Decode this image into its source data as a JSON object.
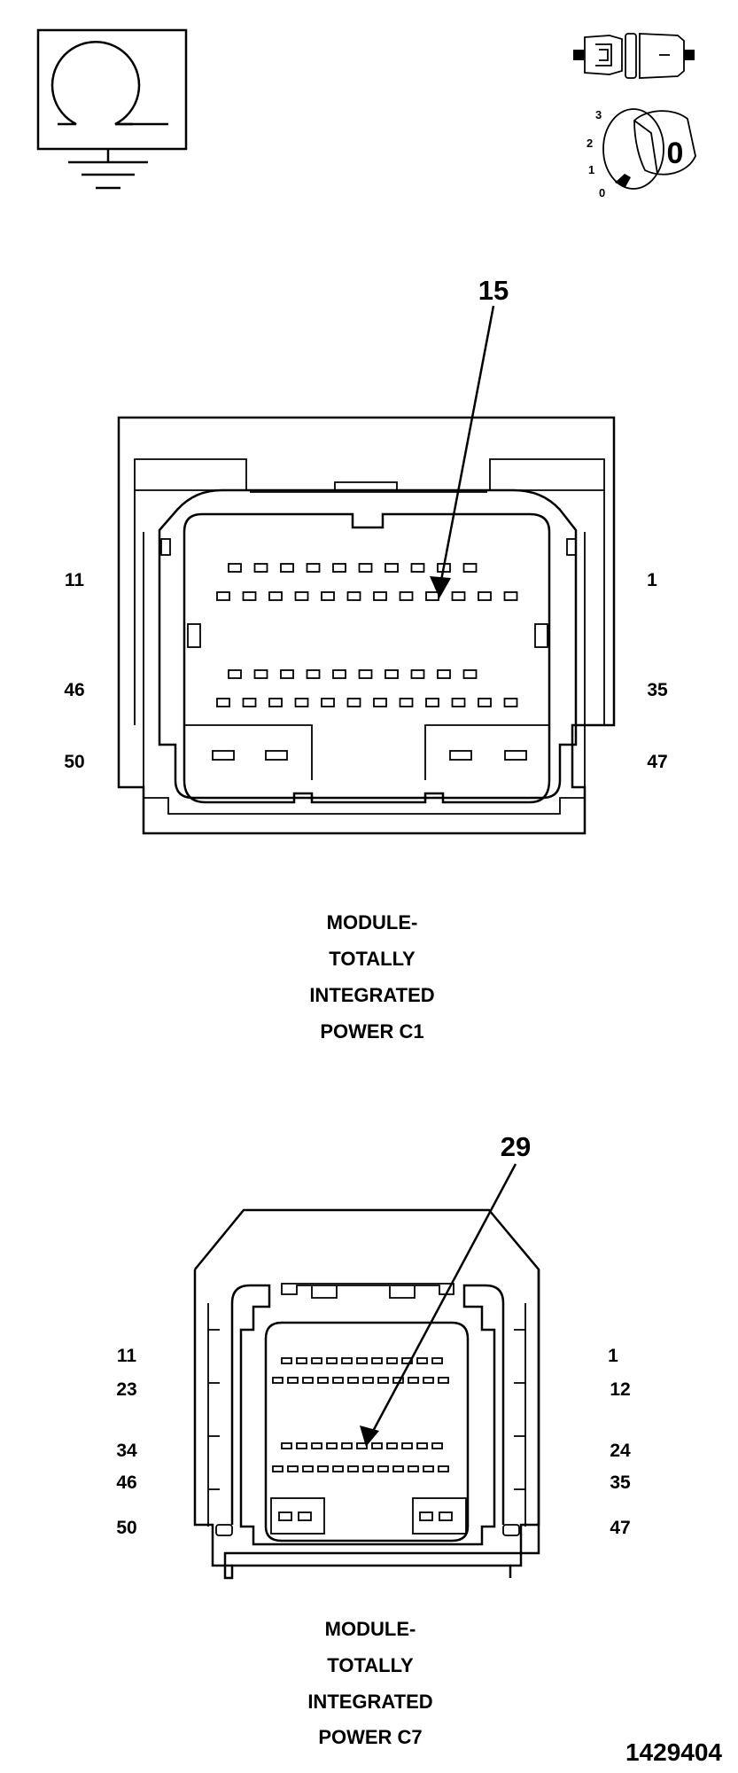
{
  "icons": {
    "ground_symbol": "ohmmeter-ground-icon",
    "connector_symbol": "disconnected-connector-icon",
    "ignition_symbol": "ignition-key-off-icon",
    "ignition_positions": [
      "3",
      "2",
      "1",
      "0"
    ],
    "ignition_key_label": "0"
  },
  "connector_c1": {
    "callout": "15",
    "title_lines": [
      "MODULE-",
      "TOTALLY",
      "INTEGRATED",
      "POWER C1"
    ],
    "pin_labels_left": [
      "11",
      "46",
      "50"
    ],
    "pin_labels_right": [
      "1",
      "35",
      "47"
    ]
  },
  "connector_c7": {
    "callout": "29",
    "title_lines": [
      "MODULE-",
      "TOTALLY",
      "INTEGRATED",
      "POWER C7"
    ],
    "pin_labels_left": [
      "11",
      "23",
      "34",
      "46",
      "50"
    ],
    "pin_labels_right": [
      "1",
      "12",
      "24",
      "35",
      "47"
    ]
  },
  "figure_number": "1429404"
}
